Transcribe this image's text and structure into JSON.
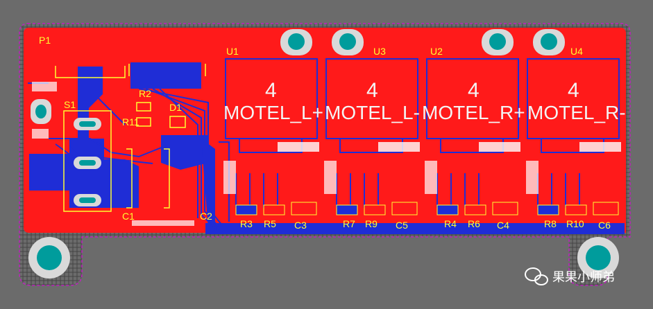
{
  "board": {
    "colors": {
      "background": "#6b6b6b",
      "copper_top": "#ff1a1a",
      "copper_bottom": "#1f2dd6",
      "silk": "#ffff33",
      "pad": "#ffffff",
      "via": "#00a0a0",
      "hatch": "#3b3b3b"
    }
  },
  "components": {
    "p1": "P1",
    "s1": "S1",
    "r2": "R2",
    "r11": "R11",
    "d1": "D1",
    "c1": "C1",
    "c2": "C2",
    "u1": "U1",
    "u3": "U3",
    "u2": "U2",
    "u4": "U4",
    "r3": "R3",
    "r5": "R5",
    "c3": "C3",
    "r7": "R7",
    "r9": "R9",
    "c5": "C5",
    "r4": "R4",
    "r6": "R6",
    "c4": "C4",
    "r8": "R8",
    "r10": "R10",
    "c6": "C6"
  },
  "drivers": [
    {
      "pin": "4",
      "net": "MOTEL_L+"
    },
    {
      "pin": "4",
      "net": "MOTEL_L-"
    },
    {
      "pin": "4",
      "net": "MOTEL_R+"
    },
    {
      "pin": "4",
      "net": "MOTEL_R-"
    }
  ],
  "watermark": {
    "text": "果果小师弟",
    "icon": "wechat-icon"
  }
}
